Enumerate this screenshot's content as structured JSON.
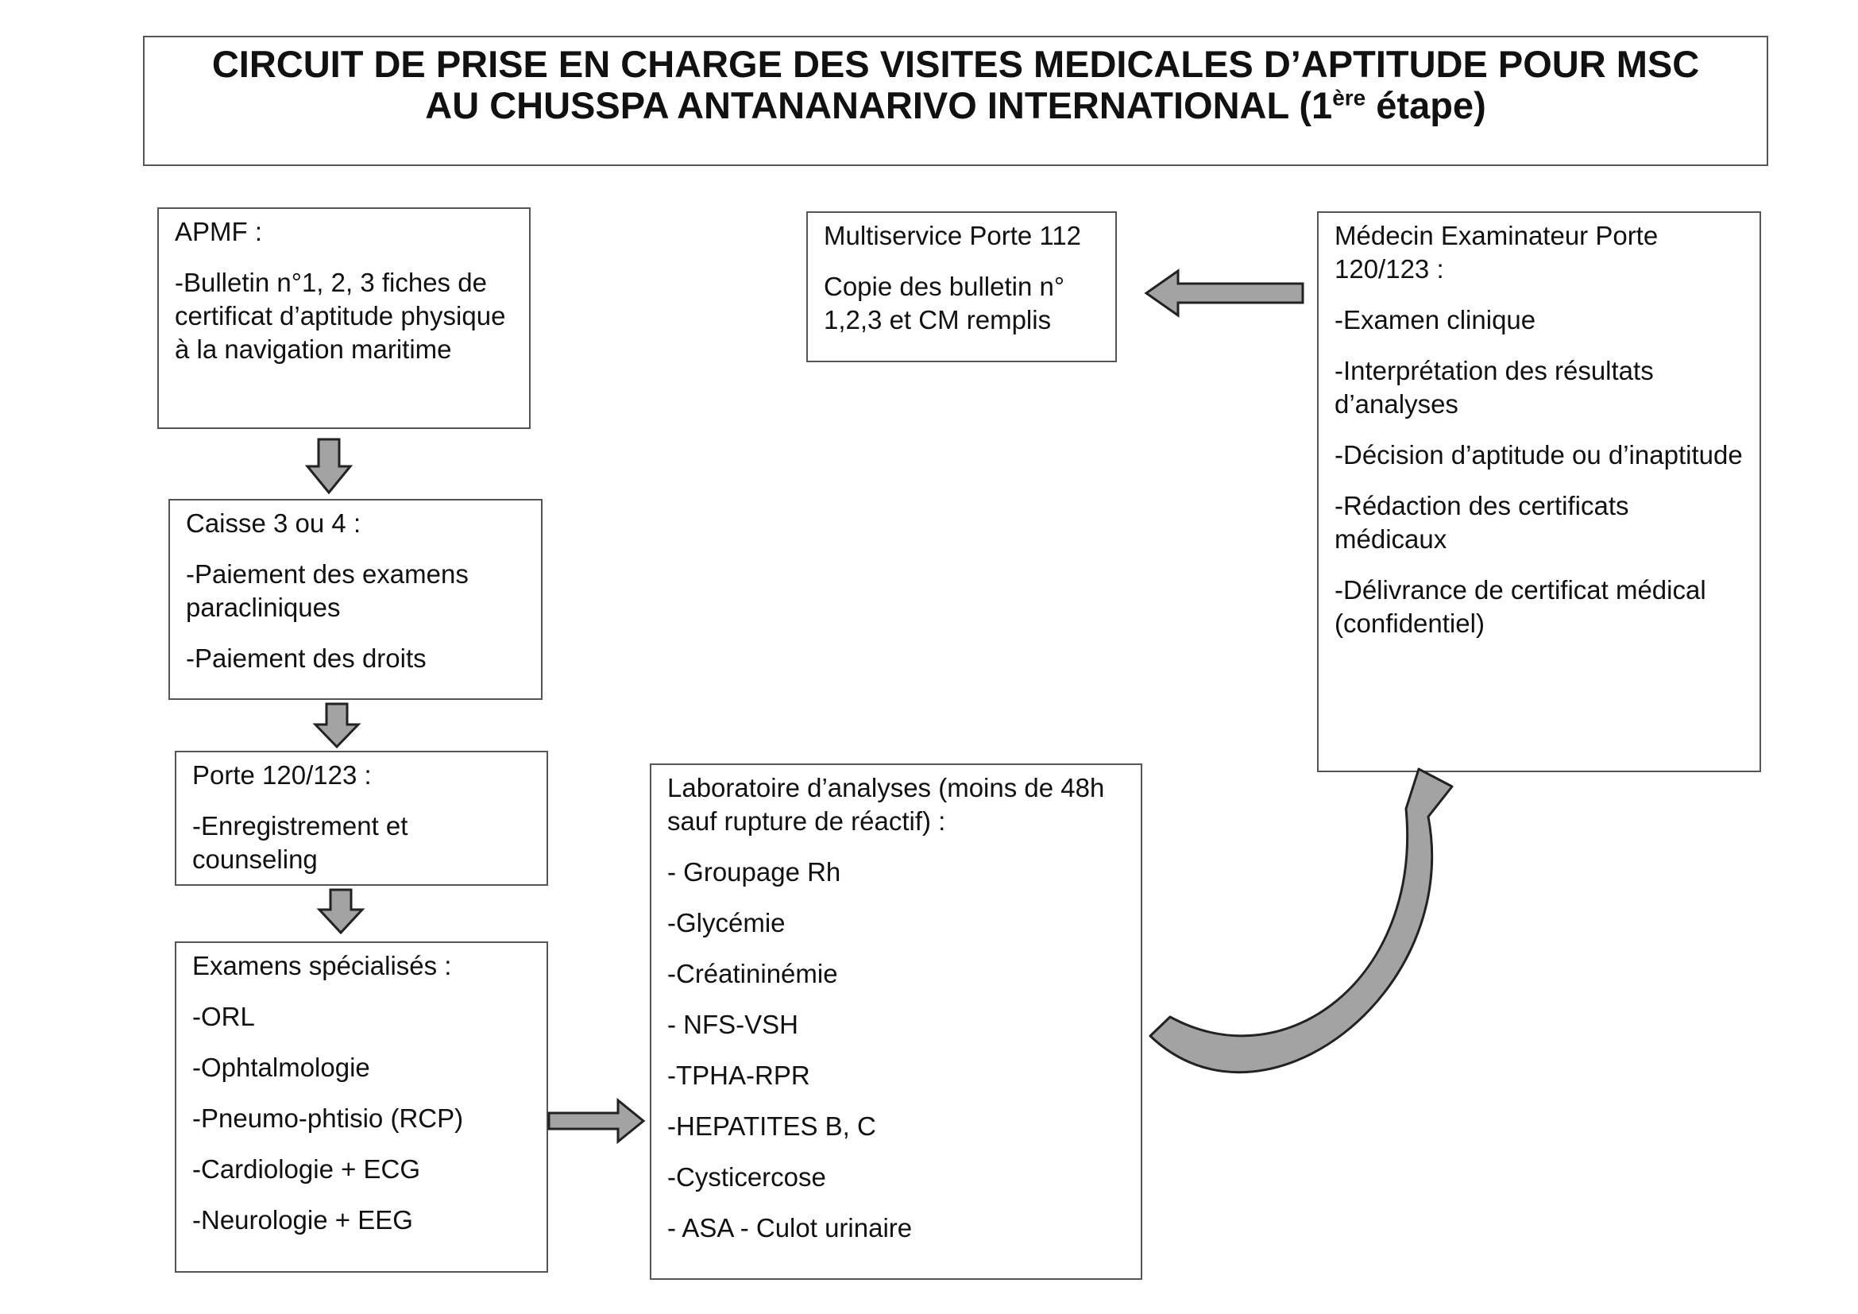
{
  "title": {
    "line1": "CIRCUIT DE PRISE EN CHARGE DES VISITES MEDICALES D’APTITUDE POUR MSC",
    "line2_main": "AU CHUSSPA ANTANANARIVO INTERNATIONAL (1",
    "line2_sup": "ère",
    "line2_end": " étape)"
  },
  "boxes": {
    "apmf": {
      "head": "APMF :",
      "items": [
        "-Bulletin n°1, 2, 3 fiches de certificat d’aptitude physique à la navigation maritime"
      ]
    },
    "caisse": {
      "head": "Caisse 3 ou 4 :",
      "items": [
        "-Paiement des examens paracliniques",
        "-Paiement des droits"
      ]
    },
    "porte": {
      "head": "Porte 120/123 :",
      "items": [
        "-Enregistrement et counseling"
      ]
    },
    "examens": {
      "head": "Examens spécialisés :",
      "items": [
        "-ORL",
        "-Ophtalmologie",
        "-Pneumo-phtisio (RCP)",
        "-Cardiologie + ECG",
        "-Neurologie + EEG"
      ]
    },
    "laboratoire": {
      "head": "Laboratoire d’analyses (moins de 48h sauf rupture de réactif) :",
      "items": [
        "- Groupage Rh",
        "-Glycémie",
        "-Créatininémie",
        "- NFS-VSH",
        "-TPHA-RPR",
        "-HEPATITES B, C",
        "-Cysticercose",
        "- ASA -  Culot urinaire"
      ]
    },
    "medecin": {
      "head": "Médecin Examinateur Porte 120/123 :",
      "items": [
        "-Examen clinique",
        "-Interprétation des résultats d’analyses",
        "-Décision d’aptitude ou d’inaptitude",
        "-Rédaction des certificats médicaux",
        "-Délivrance de certificat médical (confidentiel)"
      ]
    },
    "multiservice": {
      "head": "Multiservice Porte 112",
      "items": [
        "Copie des bulletin n° 1,2,3 et CM remplis"
      ]
    }
  },
  "colors": {
    "arrow_fill": "#a3a3a3",
    "arrow_stroke": "#222222",
    "border": "#555555"
  }
}
